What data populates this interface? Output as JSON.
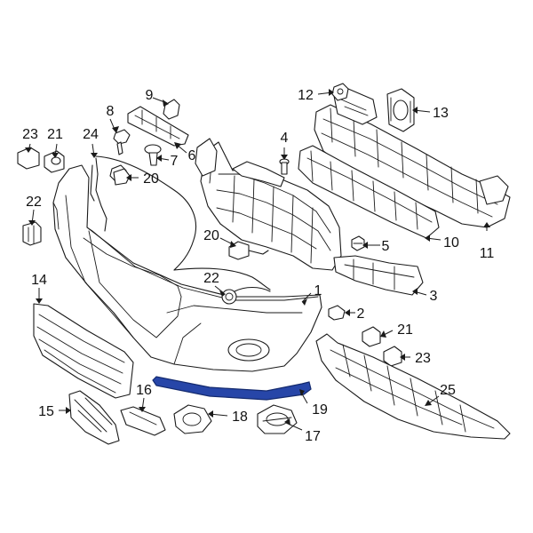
{
  "callouts": [
    {
      "id": "1",
      "label": "1"
    },
    {
      "id": "2",
      "label": "2"
    },
    {
      "id": "3",
      "label": "3"
    },
    {
      "id": "4",
      "label": "4"
    },
    {
      "id": "5",
      "label": "5"
    },
    {
      "id": "6",
      "label": "6"
    },
    {
      "id": "7",
      "label": "7"
    },
    {
      "id": "8",
      "label": "8"
    },
    {
      "id": "9",
      "label": "9"
    },
    {
      "id": "10",
      "label": "10"
    },
    {
      "id": "11",
      "label": "11"
    },
    {
      "id": "12",
      "label": "12"
    },
    {
      "id": "13",
      "label": "13"
    },
    {
      "id": "14",
      "label": "14"
    },
    {
      "id": "15",
      "label": "15"
    },
    {
      "id": "16",
      "label": "16"
    },
    {
      "id": "17",
      "label": "17"
    },
    {
      "id": "18",
      "label": "18"
    },
    {
      "id": "19",
      "label": "19"
    },
    {
      "id": "20a",
      "label": "20"
    },
    {
      "id": "20b",
      "label": "20"
    },
    {
      "id": "21a",
      "label": "21"
    },
    {
      "id": "21b",
      "label": "21"
    },
    {
      "id": "22a",
      "label": "22"
    },
    {
      "id": "22b",
      "label": "22"
    },
    {
      "id": "23a",
      "label": "23"
    },
    {
      "id": "23b",
      "label": "23"
    },
    {
      "id": "24",
      "label": "24"
    },
    {
      "id": "25",
      "label": "25"
    }
  ],
  "colors": {
    "highlight_part": "#2746a8",
    "line": "#1a1a1a",
    "background": "#ffffff"
  }
}
